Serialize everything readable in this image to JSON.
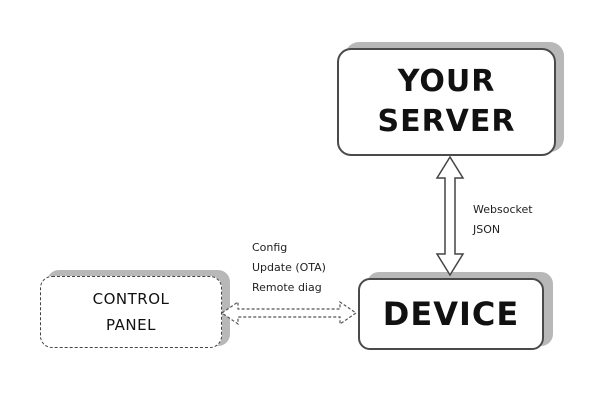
{
  "nodes": {
    "server": {
      "line1": "YOUR",
      "line2": "SERVER"
    },
    "device": {
      "label": "DEVICE"
    },
    "control_panel": {
      "line1": "CONTROL",
      "line2": "PANEL"
    }
  },
  "links": {
    "server_device": {
      "lines": [
        "Websocket",
        "JSON"
      ]
    },
    "panel_device": {
      "lines": [
        "Config",
        "Update (OTA)",
        "Remote diag"
      ]
    }
  },
  "colors": {
    "outline": "#4a4a4a",
    "shadow": "#b8b8b8",
    "text": "#111111"
  }
}
